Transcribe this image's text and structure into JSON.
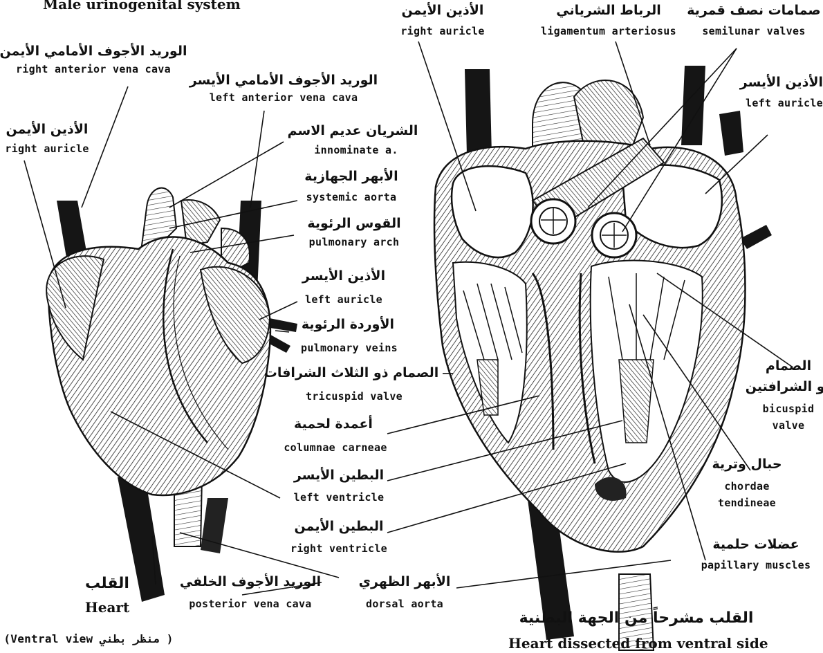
{
  "header": {
    "title_en": "Male urinogenital system"
  },
  "left_caption": {
    "ar": "القلب",
    "en": "Heart",
    "view": "(Ventral view منظر بطني )"
  },
  "right_caption": {
    "ar": "القلب مشرحاً من الجهة البطنية",
    "en": "Heart dissected from ventral side"
  },
  "labels": {
    "right_anterior_vena_cava": {
      "ar": "الوريد الأجوف الأمامي الأيمن",
      "en": "right anterior vena cava"
    },
    "left_anterior_vena_cava": {
      "ar": "الوريد الأجوف الأمامي الأيسر",
      "en": "left anterior vena cava"
    },
    "right_auricle_left": {
      "ar": "الأذين الأيمن",
      "en": "right auricle"
    },
    "innominate": {
      "ar": "الشريان عديم الاسم",
      "en": "innominate a."
    },
    "systemic_aorta": {
      "ar": "الأبهر الجهازية",
      "en": "systemic aorta"
    },
    "pulmonary_arch": {
      "ar": "القوس الرئوية",
      "en": "pulmonary arch"
    },
    "left_auricle_mid": {
      "ar": "الأذين الأيسر",
      "en": "left auricle"
    },
    "pulmonary_veins": {
      "ar": "الأوردة الرئوية",
      "en": "pulmonary veins"
    },
    "tricuspid_valve": {
      "ar": "الصمام ذو الثلاث الشرافات",
      "en": "tricuspid valve"
    },
    "columnae_carneae": {
      "ar": "أعمدة لحمية",
      "en": "columnae carneae"
    },
    "left_ventricle": {
      "ar": "البطين الأيسر",
      "en": "left ventricle"
    },
    "right_ventricle": {
      "ar": "البطين الأيمن",
      "en": "right ventricle"
    },
    "posterior_vena_cava": {
      "ar": "الوريد الأجوف الخلفي",
      "en": "posterior vena cava"
    },
    "dorsal_aorta": {
      "ar": "الأبهر الظهري",
      "en": "dorsal aorta"
    },
    "right_auricle_top": {
      "ar": "الأذين الأيمن",
      "en": "right auricle"
    },
    "ligamentum": {
      "ar": "الرباط الشرياني",
      "en": "ligamentum arteriosus"
    },
    "semilunar": {
      "ar": "صمامات نصف قمرية",
      "en": "semilunar valves"
    },
    "left_auricle_right": {
      "ar": "الأذين الأيسر",
      "en": "left auricle"
    },
    "bicuspid": {
      "ar1": "الصمام",
      "ar2": "ذو الشرافتين",
      "en1": "bicuspid",
      "en2": "valve"
    },
    "chordae": {
      "ar": "حبال وترية",
      "en1": "chordae",
      "en2": "tendineae"
    },
    "papillary": {
      "ar": "عضلات حلمية",
      "en": "papillary muscles"
    }
  }
}
